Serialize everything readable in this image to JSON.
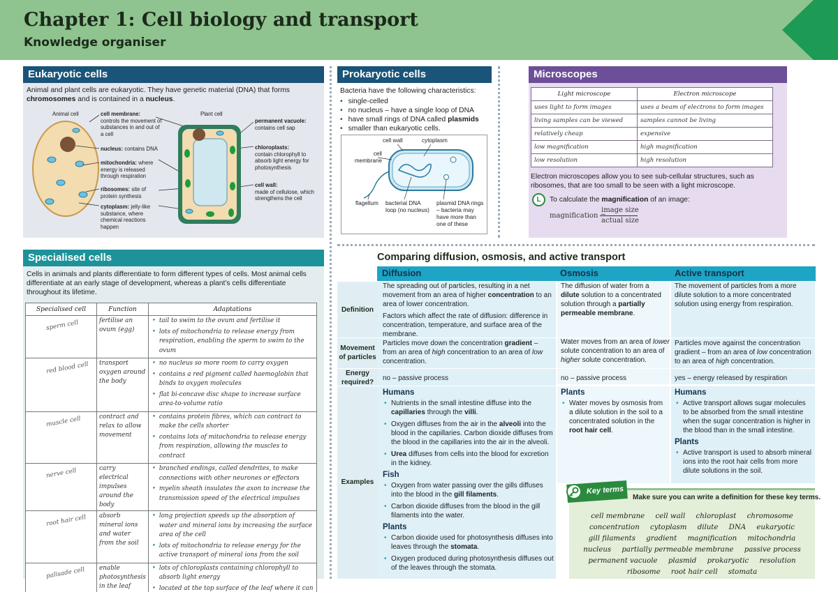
{
  "header": {
    "title": "Chapter 1: Cell biology and transport",
    "subtitle": "Knowledge organiser"
  },
  "eukaryotic": {
    "title": "Eukaryotic cells",
    "intro_1": "Animal and plant cells are eukaryotic. They have genetic material (DNA) that forms",
    "intro_2a": "chromosomes",
    "intro_2b": " and is contained in a ",
    "intro_2c": "nucleus",
    "intro_2d": ".",
    "animal_label": "Animal cell",
    "plant_label": "Plant cell",
    "membrane_b": "cell membrane:",
    "membrane_t": "controls the movement of substances in and out of a cell",
    "nucleus_b": "nucleus:",
    "nucleus_t": " contains DNA",
    "mito_b": "mitochondria:",
    "mito_t": " where energy is released through respiration",
    "ribo_b": "ribosomes:",
    "ribo_t": " site of protein synthesis",
    "cyto_b": "cytoplasm:",
    "cyto_t": " jelly-like substance, where chemical reactions happen",
    "vacuole_b": "permanent vacuole:",
    "vacuole_t": "contains cell sap",
    "chloro_b": "chloroplasts:",
    "chloro_t": "contain chlorophyll to absorb light energy for photosynthesis",
    "wall_b": "cell wall:",
    "wall_t": "made of cellulose, which strengthens the cell"
  },
  "prokaryotic": {
    "title": "Prokaryotic cells",
    "intro": "Bacteria have the following characteristics:",
    "items": [
      "single-celled",
      "no nucleus – have a single loop of DNA",
      "have small rings of DNA called ",
      "smaller than eukaryotic cells."
    ],
    "plasmids_word": "plasmids",
    "diagram": {
      "cell_wall": "cell wall",
      "cytoplasm": "cytoplasm",
      "cell_membrane": "cell membrane",
      "flagellum": "flagellum",
      "bacterial_dna": "bacterial DNA loop (no nucleus)",
      "plasmid_dna": "plasmid DNA rings – bacteria may have more than one of these"
    }
  },
  "microscopes": {
    "title": "Microscopes",
    "headers": [
      "Light microscope",
      "Electron microscope"
    ],
    "rows": [
      [
        "uses light to form images",
        "uses a beam of electrons to form images"
      ],
      [
        "living samples can be viewed",
        "samples cannot be living"
      ],
      [
        "relatively cheap",
        "expensive"
      ],
      [
        "low magnification",
        "high magnification"
      ],
      [
        "low resolution",
        "high resolution"
      ]
    ],
    "note": "Electron microscopes allow you to see sub-cellular structures, such as ribosomes, that are too small to be seen with a light microscope.",
    "badge": "L",
    "calc_a": "To calculate the ",
    "calc_b": "magnification",
    "calc_c": " of an image:",
    "formula_lhs": "magnification =",
    "formula_num": "image size",
    "formula_den": "actual size"
  },
  "specialised": {
    "title": "Specialised cells",
    "intro": "Cells in animals and plants differentiate to form different types of cells. Most animal cells differentiate at an early stage of development, whereas a plant’s cells differentiate throughout its lifetime.",
    "headers": [
      "Specialised cell",
      "Function",
      "Adaptations"
    ],
    "rows": [
      {
        "cell": "sperm cell",
        "function": "fertilise an ovum (egg)",
        "adaptations": [
          "tail to swim to the ovum and fertilise it",
          "lots of mitochondria to release energy from respiration, enabling the sperm to swim to the ovum"
        ]
      },
      {
        "cell": "red blood cell",
        "function": "transport oxygen around the body",
        "adaptations": [
          "no nucleus so more room to carry oxygen",
          "contains a red pigment called haemoglobin that binds to oxygen molecules",
          "flat bi-concave disc shape to increase surface area-to-volume ratio"
        ]
      },
      {
        "cell": "muscle cell",
        "function": "contract and relax to allow movement",
        "adaptations": [
          "contains protein fibres, which can contract to make the cells shorter",
          "contains lots of mitochondria to release energy from respiration, allowing the muscles to contract"
        ]
      },
      {
        "cell": "nerve cell",
        "function": "carry electrical impulses around the body",
        "adaptations": [
          "branched endings, called dendrites, to make connections with other neurones or effectors",
          "myelin sheath insulates the axon to increase the transmission speed of the electrical impulses"
        ]
      },
      {
        "cell": "root hair cell",
        "function": "absorb mineral ions and water from the soil",
        "adaptations": [
          "long projection speeds up the absorption of water and mineral ions by increasing the surface area of the cell",
          "lots of mitochondria to release energy for the active transport of mineral ions from the soil"
        ]
      },
      {
        "cell": "palisade cell",
        "function": "enable photosynthesis in the leaf",
        "adaptations": [
          "lots of chloroplasts containing chlorophyll to absorb light energy",
          "located at the top surface of the leaf where it can absorb the most light energy"
        ]
      }
    ]
  },
  "comparing": {
    "title": "Comparing diffusion, osmosis, and active transport",
    "columns": [
      "Diffusion",
      "Osmosis",
      "Active transport"
    ],
    "row_labels": [
      "Definition",
      "Movement of particles",
      "Energy required?",
      "Examples"
    ],
    "definition": {
      "diffusion_a": "The spreading out of particles, resulting in a net movement from an area of higher ",
      "diffusion_b": "concentration",
      "diffusion_c": " to an area of lower concentration.",
      "diffusion_factors": "Factors which affect the rate of diffusion: difference in concentration, temperature, and surface area of the membrane.",
      "osmosis_a": "The diffusion of water from a ",
      "osmosis_b": "dilute",
      "osmosis_c": " solution to a concentrated solution through a ",
      "osmosis_d": "partially permeable membrane",
      "osmosis_e": ".",
      "active": "The movement of particles from a more dilute solution to a more concentrated solution using energy from respiration."
    },
    "movement": {
      "diffusion_a": "Particles move down the concentration ",
      "diffusion_b": "gradient",
      "diffusion_c": " – from an area of ",
      "diffusion_d": "high",
      "diffusion_e": " concentration to an area of ",
      "diffusion_f": "low",
      "diffusion_g": " concentration.",
      "osmosis_a": "Water moves from an area of ",
      "osmosis_b": "lower",
      "osmosis_c": " solute concentration to an area of ",
      "osmosis_d": "higher",
      "osmosis_e": " solute concentration.",
      "active_a": "Particles move against the concentration gradient – from an area of ",
      "active_b": "low",
      "active_c": " concentration to an area of ",
      "active_d": "high",
      "active_e": " concentration."
    },
    "energy": {
      "diffusion": "no – passive process",
      "osmosis": "no – passive process",
      "active": "yes – energy released by respiration"
    },
    "examples": {
      "humans": "Humans",
      "fish": "Fish",
      "plants": "Plants",
      "diff_h1a": "Nutrients in the small intestine diffuse into the ",
      "diff_h1b": "capillaries",
      "diff_h1c": " through the ",
      "diff_h1d": "villi",
      "diff_h1e": ".",
      "diff_h2a": "Oxygen diffuses from the air in the ",
      "diff_h2b": "alveoli",
      "diff_h2c": " into the blood in the capillaries. Carbon dioxide diffuses from the blood in the capillaries into the air in the alveoli.",
      "diff_h3a": "Urea",
      "diff_h3b": " diffuses from cells into the blood for excretion in the kidney.",
      "diff_f1a": "Oxygen from water passing over the gills diffuses into the blood in the ",
      "diff_f1b": "gill filaments",
      "diff_f1c": ".",
      "diff_f2": "Carbon dioxide diffuses from the blood in the gill filaments into the water.",
      "diff_p1": "Carbon dioxide used for photosynthesis diffuses into leaves through the ",
      "diff_p1b": "stomata",
      "diff_p1c": ".",
      "diff_p2": "Oxygen produced during photosynthesis diffuses out of the leaves through the stomata.",
      "osm_p1a": "Water moves by osmosis from a dilute solution in the soil to a concentrated solution in the ",
      "osm_p1b": "root hair cell",
      "osm_p1c": ".",
      "act_h1": "Active transport allows sugar molecules to be absorbed from the small intestine when the sugar concentration is higher in the blood than in the small intestine.",
      "act_p1": "Active transport is used to absorb mineral ions into the root hair cells from more dilute solutions in the soil."
    }
  },
  "key_terms": {
    "badge": "Key terms",
    "note": "Make sure you can write a definition for these key terms.",
    "terms": [
      "cell membrane",
      "cell wall",
      "chloroplast",
      "chromosome",
      "concentration",
      "cytoplasm",
      "dilute",
      "DNA",
      "eukaryotic",
      "gill filaments",
      "gradient",
      "magnification",
      "mitochondria",
      "nucleus",
      "partially permeable membrane",
      "passive process",
      "permanent vacuole",
      "plasmid",
      "prokaryotic",
      "resolution",
      "ribosome",
      "root hair cell",
      "stomata"
    ]
  }
}
